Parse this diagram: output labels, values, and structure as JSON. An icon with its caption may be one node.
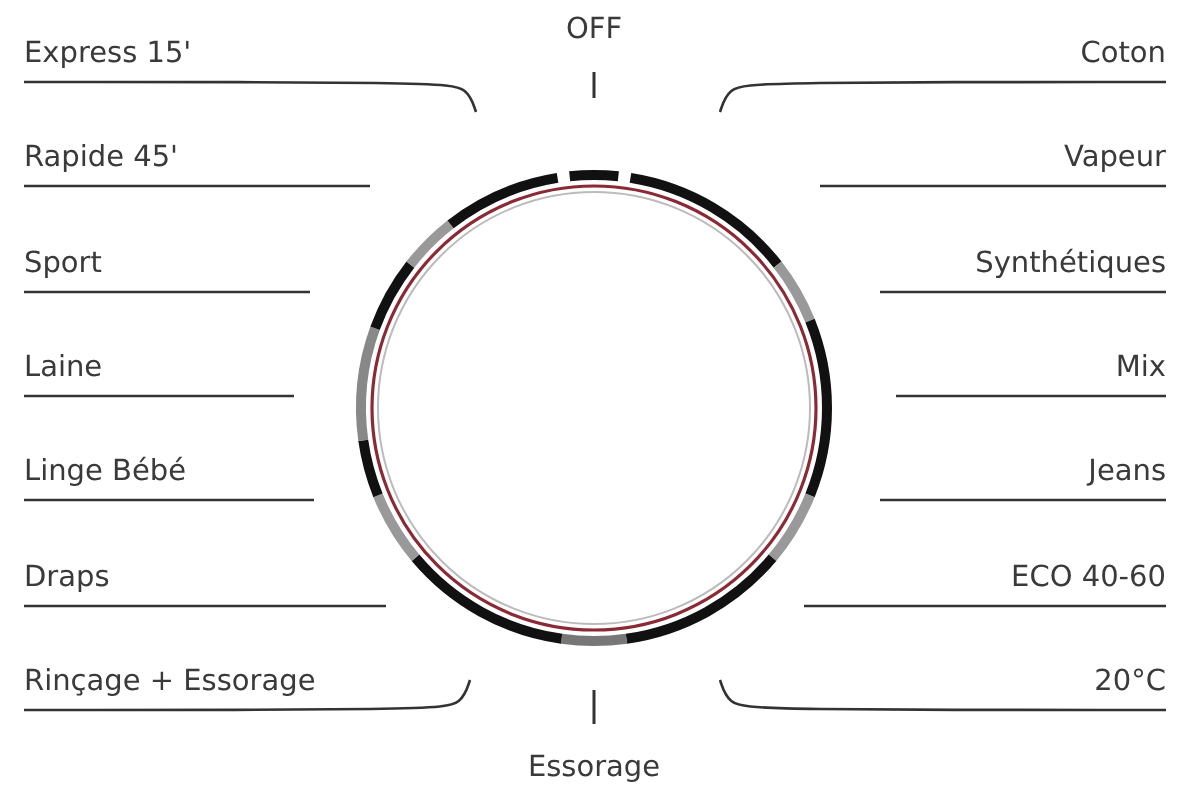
{
  "diagram": {
    "labels": [
      "OFF",
      "Express 15'",
      "Coton",
      "Rapide 45'",
      "Vapeur",
      "Sport",
      "Synthétiques",
      "Laine",
      "Mix",
      "Linge Bébé",
      "Jeans",
      "Draps",
      "ECO 40-60",
      "Rinçage + Essorage",
      "20°C",
      "Essorage"
    ]
  }
}
